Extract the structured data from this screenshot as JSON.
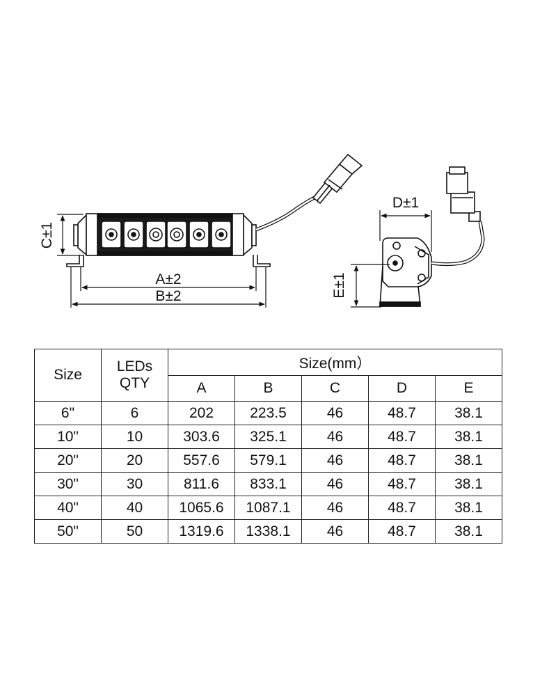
{
  "labels": {
    "dim_a": "A±2",
    "dim_b": "B±2",
    "dim_c": "C±1",
    "dim_d": "D±1",
    "dim_e": "E±1"
  },
  "table": {
    "size_header": "Size",
    "leds_header_line1": "LEDs",
    "leds_header_line2": "QTY",
    "group_header": "Size(mm）",
    "columns": [
      "A",
      "B",
      "C",
      "D",
      "E"
    ],
    "rows": [
      [
        "6\"",
        "6",
        "202",
        "223.5",
        "46",
        "48.7",
        "38.1"
      ],
      [
        "10\"",
        "10",
        "303.6",
        "325.1",
        "46",
        "48.7",
        "38.1"
      ],
      [
        "20\"",
        "20",
        "557.6",
        "579.1",
        "46",
        "48.7",
        "38.1"
      ],
      [
        "30\"",
        "30",
        "811.6",
        "833.1",
        "46",
        "48.7",
        "38.1"
      ],
      [
        "40\"",
        "40",
        "1065.6",
        "1087.1",
        "46",
        "48.7",
        "38.1"
      ],
      [
        "50\"",
        "50",
        "1319.6",
        "1338.1",
        "46",
        "48.7",
        "38.1"
      ]
    ]
  }
}
